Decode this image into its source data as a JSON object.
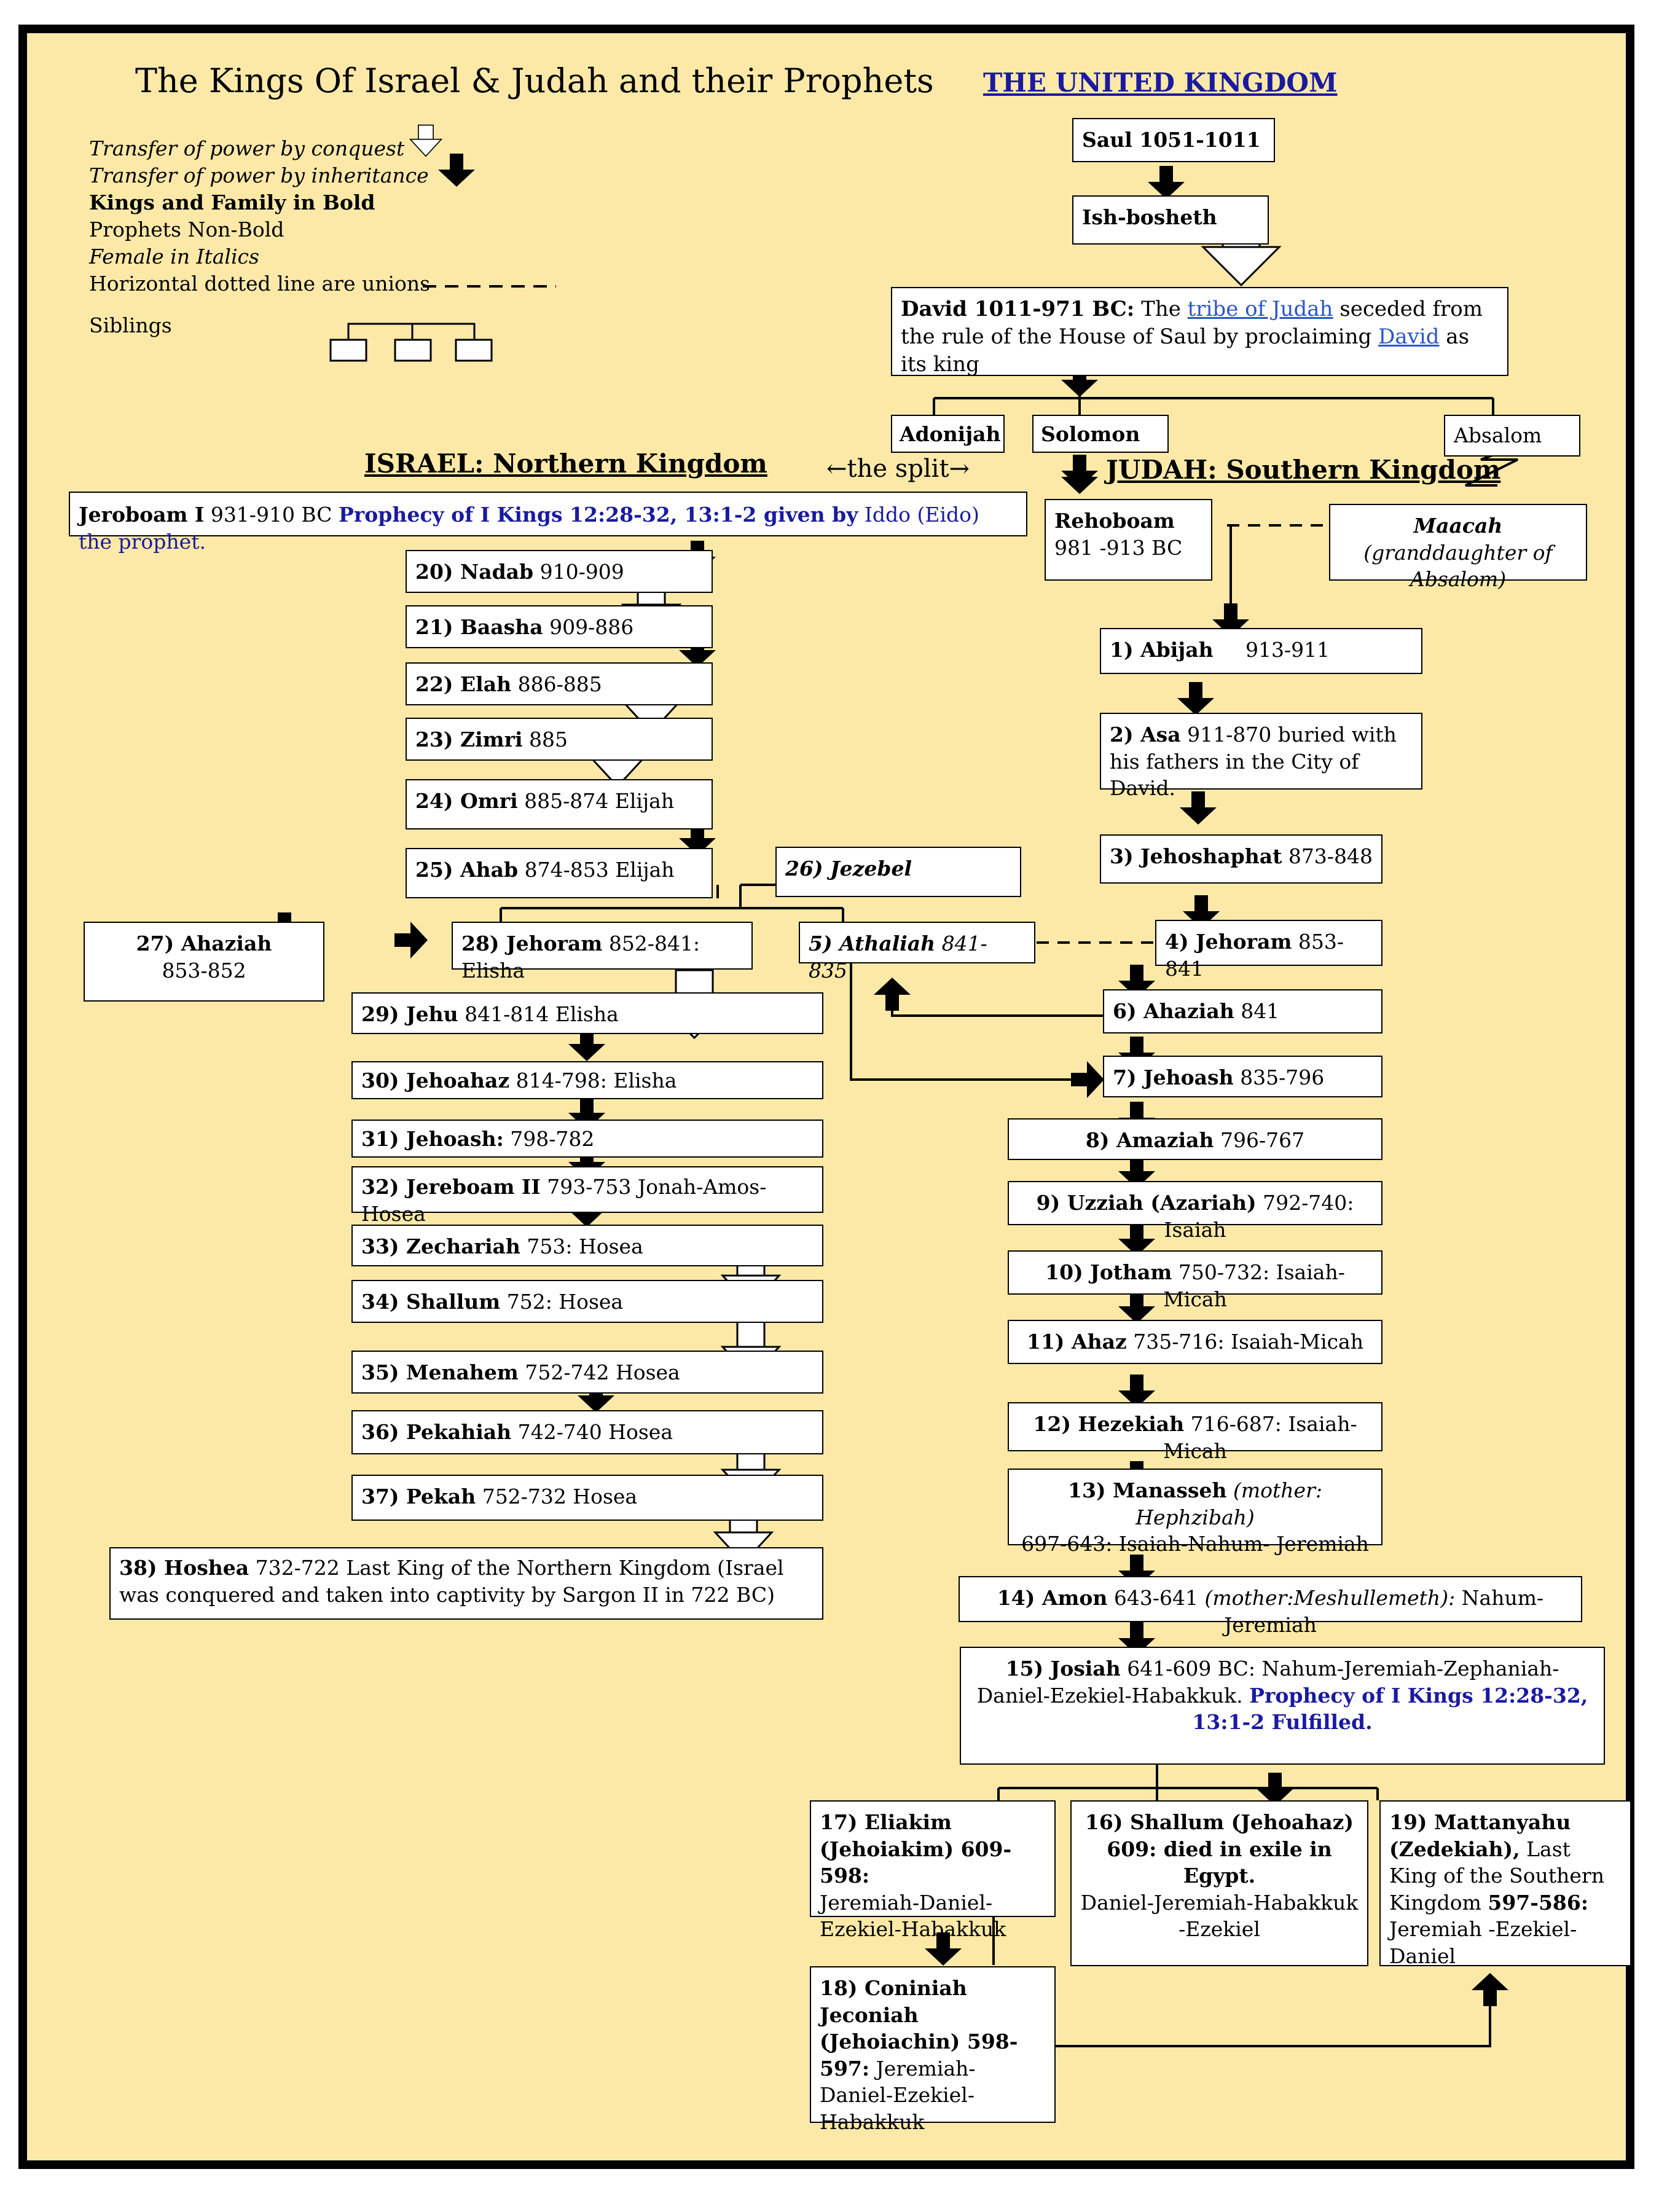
{
  "title": "The Kings Of Israel & Judah and their Prophets",
  "united_heading": "THE UNITED KINGDOM",
  "israel_heading": "ISRAEL: Northern Kingdom",
  "judah_heading": "JUDAH: Southern Kingdom",
  "split_label": "←the split→",
  "legend": {
    "conquest": "Transfer of power by conquest",
    "inheritance": "Transfer of power by inheritance",
    "kings_bold": "Kings and Family in Bold",
    "prophets": "Prophets Non-Bold",
    "female": "Female in Italics",
    "unions": "Horizontal dotted line are unions",
    "siblings": "Siblings"
  },
  "united": {
    "saul": "Saul 1051-1011",
    "ishbosheth": "Ish-bosheth",
    "david": {
      "name": "David 1011-971 BC:",
      "t1": " The ",
      "link1": "tribe of Judah",
      "t2": " seceded from the rule of the House of Saul by proclaiming ",
      "link2": "David",
      "t3": " as its king"
    },
    "adonijah": "Adonijah",
    "solomon": "Solomon",
    "absalom": "Absalom"
  },
  "israel": {
    "jeroboam": {
      "name": "Jeroboam I",
      "years": " 931-910 BC ",
      "prophecy": "Prophecy of I Kings 12:28-32, 13:1-2 given by",
      "rest": " Iddo (Eido) the prophet."
    },
    "kings": [
      {
        "name": "20) Nadab",
        "text": " 910-909"
      },
      {
        "name": "21) Baasha",
        "text": " 909-886"
      },
      {
        "name": "22) Elah",
        "text": " 886-885"
      },
      {
        "name": "23) Zimri",
        "text": " 885"
      },
      {
        "name": "24) Omri",
        "text": " 885-874 Elijah"
      },
      {
        "name": "25) Ahab",
        "text": " 874-853 Elijah"
      },
      {
        "name": "27) Ahaziah",
        "text": "853-852"
      },
      {
        "name": "28) Jehoram",
        "text": " 852-841: Elisha"
      },
      {
        "name": "29) Jehu",
        "text": " 841-814 Elisha"
      },
      {
        "name": "30) Jehoahaz",
        "text": " 814-798: Elisha"
      },
      {
        "name": "31) Jehoash:",
        "text": " 798-782"
      },
      {
        "name": "32) Jereboam II",
        "text": " 793-753 Jonah-Amos-Hosea"
      },
      {
        "name": "33) Zechariah",
        "text": " 753: Hosea"
      },
      {
        "name": "34) Shallum",
        "text": " 752: Hosea"
      },
      {
        "name": "35) Menahem",
        "text": " 752-742 Hosea"
      },
      {
        "name": "36) Pekahiah",
        "text": " 742-740 Hosea"
      },
      {
        "name": "37) Pekah",
        "text": " 752-732 Hosea"
      },
      {
        "name": "38) Hoshea",
        "text": " 732-722 Last King of the Northern Kingdom (Israel was conquered and taken into captivity by Sargon II in 722 BC)"
      }
    ],
    "jezebel": "26) Jezebel"
  },
  "judah": {
    "rehoboam": "Rehoboam",
    "rehoboam_years": " 981 -913 BC",
    "maacah_name": "Maacah",
    "maacah_note": " (granddaughter of Absalom)",
    "athaliah_name": "5) Athaliah",
    "athaliah_years": " 841-835",
    "kings": [
      {
        "name": "1) Abijah",
        "text": "913-911"
      },
      {
        "name": "2) Asa",
        "text": " 911-870 buried with his fathers in the City of David."
      },
      {
        "name": "3) Jehoshaphat",
        "text": " 873-848"
      },
      {
        "name": "4) Jehoram",
        "text": " 853-841"
      },
      {
        "name": "6) Ahaziah",
        "text": " 841"
      },
      {
        "name": "7) Jehoash",
        "text": " 835-796"
      },
      {
        "name": "8) Amaziah",
        "text": " 796-767"
      },
      {
        "name": "9) Uzziah (Azariah)",
        "text": " 792-740: Isaiah"
      },
      {
        "name": "10) Jotham",
        "text": " 750-732: Isaiah-Micah"
      },
      {
        "name": "11) Ahaz",
        "text": " 735-716: Isaiah-Micah"
      },
      {
        "name": "12) Hezekiah",
        "text": " 716-687: Isaiah-Micah"
      }
    ],
    "manasseh": {
      "name": "13) Manasseh",
      "mother": " (mother: Hephzibah)",
      "text": "697-643: Isaiah-Nahum- Jeremiah"
    },
    "amon": {
      "name": "14) Amon",
      "text1": " 643-641 ",
      "mother": "(mother:Meshullemeth):",
      "text2": " Nahum-Jeremiah"
    },
    "josiah": {
      "name": "15) Josiah",
      "text": " 641-609 BC: Nahum-Jeremiah-Zephaniah-Daniel-Ezekiel-Habakkuk. ",
      "prophecy": "Prophecy of I Kings 12:28-32, 13:1-2 Fulfilled."
    },
    "shallum": {
      "name": "16) Shallum (Jehoahaz) 609: died in exile in Egypt.",
      "text": "Daniel-Jeremiah-Habakkuk -Ezekiel"
    },
    "eliakim": {
      "name": "17) Eliakim (Jehoiakim) 609-598:",
      "text": "Jeremiah-Daniel-Ezekiel-Habakkuk"
    },
    "coniniah": {
      "name": "18) Coniniah Jeconiah (Jehoiachin) 598-597:",
      "text": " Jeremiah-Daniel-Ezekiel-Habakkuk"
    },
    "mattanyahu": {
      "name": "19) Mattanyahu (Zedekiah),",
      "text": " Last King of the Southern Kingdom ",
      "bold2": "597-586:",
      "text2": " Jeremiah -Ezekiel-Daniel"
    }
  }
}
